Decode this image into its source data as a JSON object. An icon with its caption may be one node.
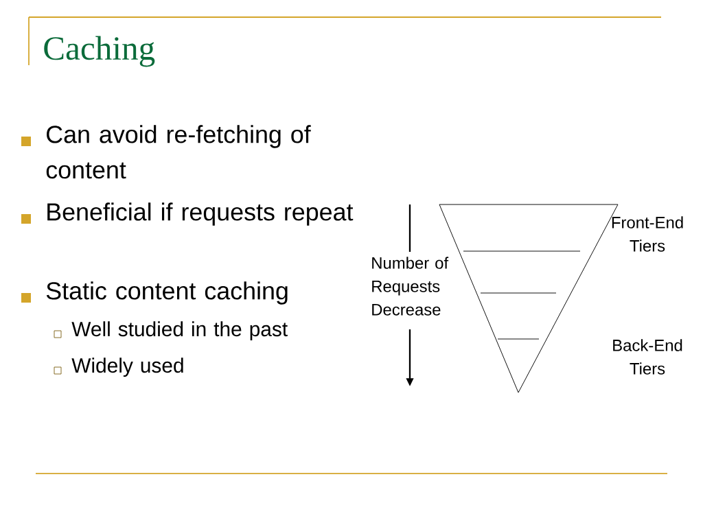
{
  "diagram": {
    "title": "Caching",
    "labels": [
      "Can avoid re-fetching of content",
      "Beneficial if requests repeat",
      "Static content caching",
      "Well studied in the past",
      "Widely used",
      "Front-End Tiers",
      "Number of Requests Decrease",
      "Back-End Tiers"
    ]
  }
}
